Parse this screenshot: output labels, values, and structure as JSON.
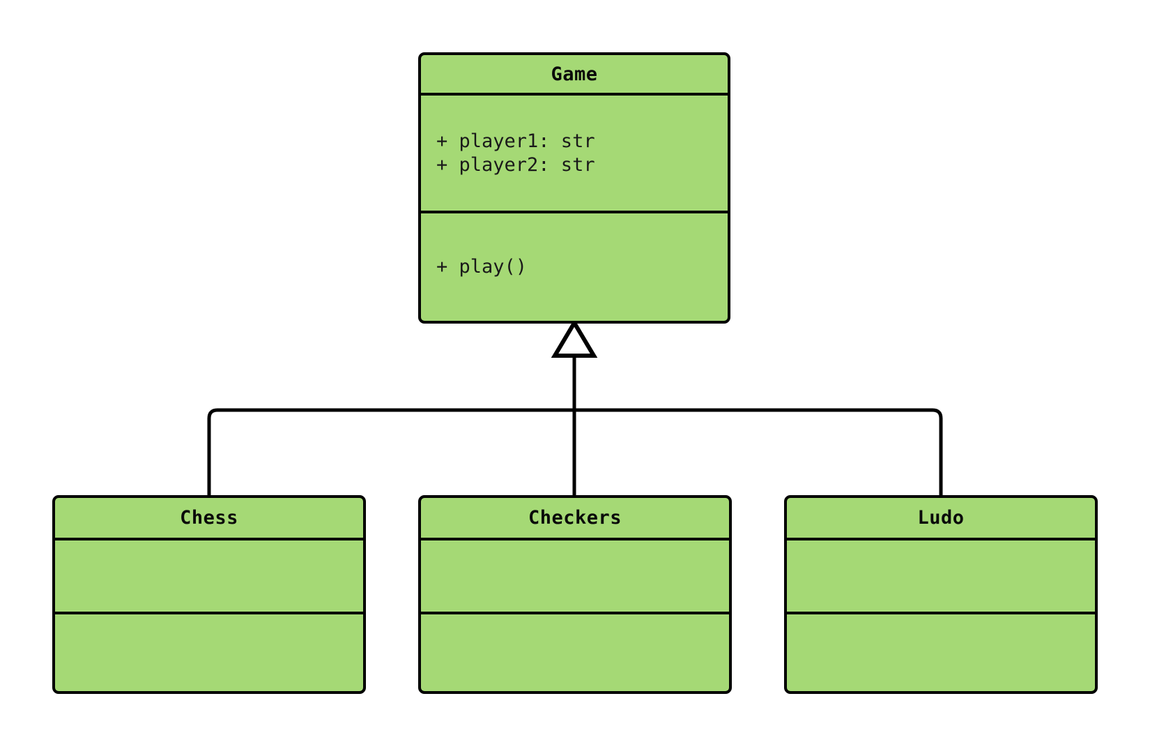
{
  "diagram": {
    "type": "uml-class-diagram",
    "background_color": "#ffffff",
    "class_fill_color": "#a5d975",
    "border_color": "#000000",
    "relationship": "generalization"
  },
  "classes": {
    "game": {
      "name": "Game",
      "attributes": [
        "+ player1: str",
        "+ player2: str"
      ],
      "methods": [
        "+ play()"
      ]
    },
    "chess": {
      "name": "Chess",
      "attributes": [],
      "methods": []
    },
    "checkers": {
      "name": "Checkers",
      "attributes": [],
      "methods": []
    },
    "ludo": {
      "name": "Ludo",
      "attributes": [],
      "methods": []
    }
  }
}
